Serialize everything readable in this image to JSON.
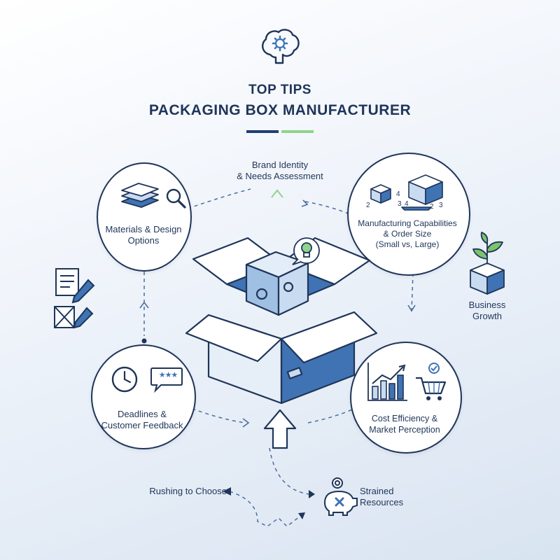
{
  "header": {
    "title_line1": "TOP TIPS",
    "title_line2": "PACKAGING BOX MANUFACTURER",
    "accent_colors": [
      "#1f3f73",
      "#8fd48a"
    ],
    "icon": "brain-gear-icon"
  },
  "steps": {
    "brand_identity": {
      "line1": "Brand Identity",
      "line2": "& Needs Assessment"
    },
    "materials": {
      "line1": "Materials & Design",
      "line2": "Options",
      "icon": "layers-magnifier-icon"
    },
    "manufacturing": {
      "line1": "Manufacturing Capabilities",
      "line2": "& Order Size",
      "line3": "(Small vs, Large)",
      "icon": "boxes-conveyor-icon",
      "digits": [
        "2",
        "4",
        "3",
        "4",
        "2",
        "3"
      ]
    },
    "deadlines": {
      "line1": "Deadlines &",
      "line2": "Customer Feedback",
      "icon": "clock-review-icon",
      "stars": "★★★"
    },
    "cost": {
      "line1": "Cost Efficiency &",
      "line2": "Market Perception",
      "icon": "chart-cart-icon"
    }
  },
  "side_items": {
    "business_growth": {
      "line1": "Business",
      "line2": "Growth",
      "icon": "plant-box-icon"
    },
    "documents_icon": "document-pencil-icon",
    "rushing": "Rushing to Choose",
    "strained": {
      "line1": "Strained",
      "line2": "Resources",
      "icon": "piggy-bank-x-icon"
    }
  },
  "center": {
    "icon": "open-box-puzzle-bulb-icon"
  },
  "colors": {
    "navy": "#1f3559",
    "blue": "#3f73b3",
    "light_blue": "#c9dbf0",
    "green": "#7cc36c"
  }
}
